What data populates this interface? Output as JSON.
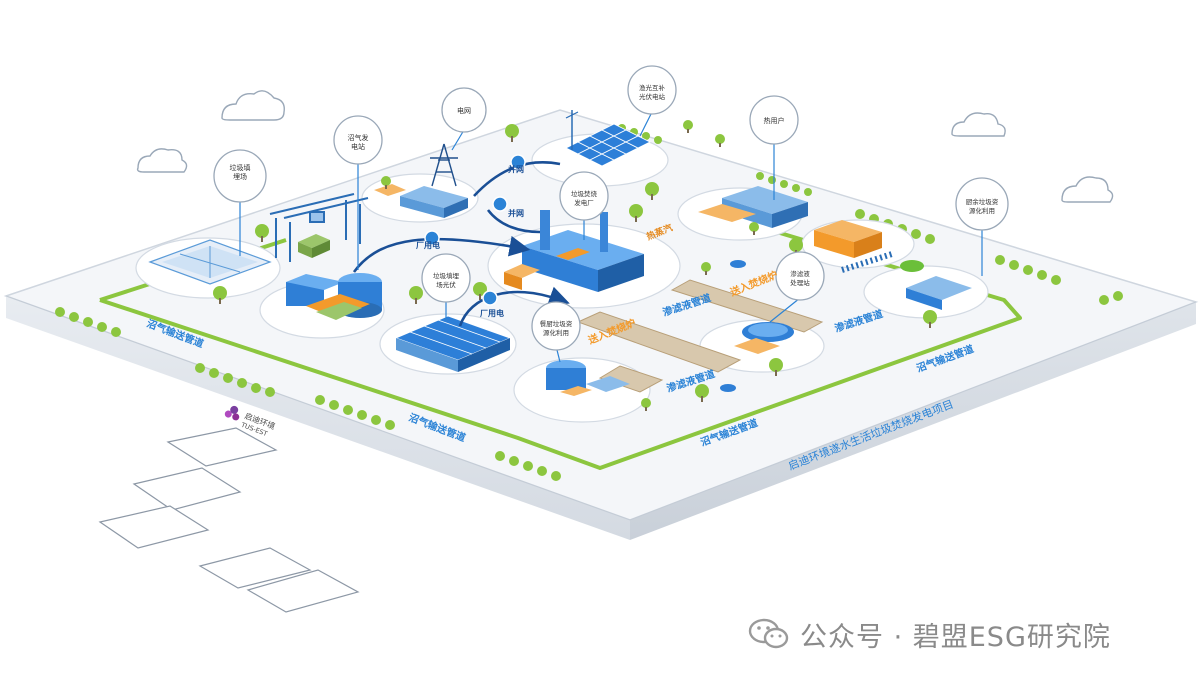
{
  "diagram": {
    "project_title": "启迪环境遂水生活垃圾焚烧发电项目",
    "logo": {
      "cn": "启迪环境",
      "en": "TUS-EST"
    },
    "callouts": {
      "landfill": "垃圾填埋场",
      "biogas_plant": "沼气发电站",
      "grid": "电网",
      "solar_station": "渔光互补光伏电站",
      "heat_user": "热用户",
      "incineration": "垃圾焚烧发电厂",
      "landfill_solar": "垃圾填埋场光伏",
      "kitchen_waste": "餐厨垃圾资源化利用",
      "leachate": "渗滤液处理站",
      "bulky_waste": "厨余垃圾资源化利用"
    },
    "flow_labels": {
      "grid1": "并网",
      "grid2": "并网",
      "self_use1": "厂用电",
      "self_use2": "厂用电",
      "steam": "热蒸汽",
      "into_incinerator": "送入焚烧炉",
      "into_incinerator2": "送入焚烧炉",
      "leachate_pipe1": "渗滤液管道",
      "leachate_pipe2": "渗滤液管道",
      "leachate_pipe3": "渗滤液管道",
      "biogas_pipe1": "沼气输送管道",
      "biogas_pipe2": "沼气输送管道",
      "biogas_pipe3": "沼气输送管道",
      "biogas_pipe4": "沼气输送管道"
    }
  },
  "watermark": {
    "text": "公众号 · 碧盟ESG研究院",
    "icon": "wechat-icon"
  },
  "colors": {
    "platform": "#f4f6f9",
    "pipe_green": "#8cc63f",
    "road": "#c9b79a",
    "blue": "#1f6fc0",
    "accent_orange": "#f39a2b",
    "label_blue": "#2b83d6"
  }
}
